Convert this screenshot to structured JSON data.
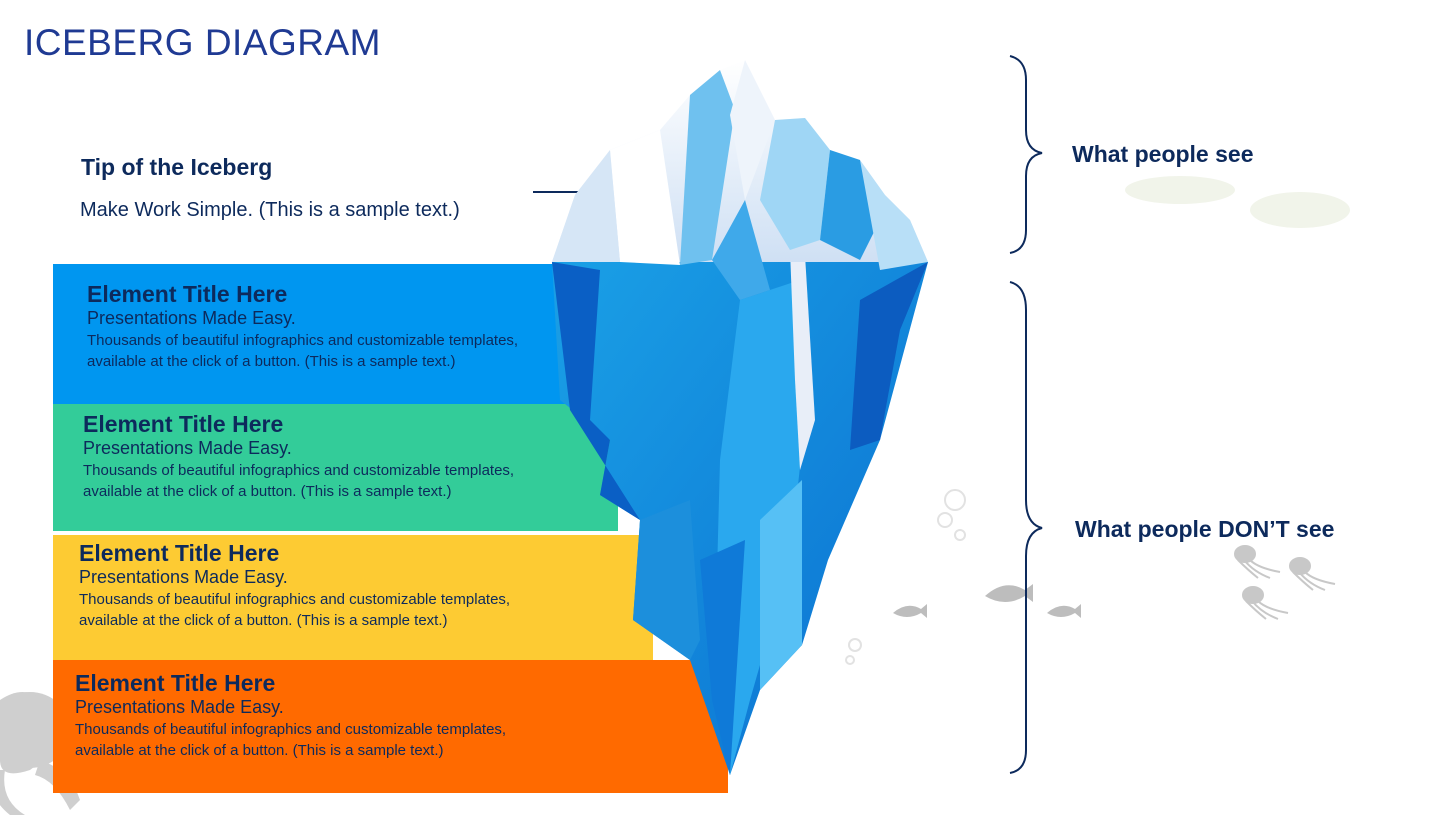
{
  "title": "ICEBERG DIAGRAM",
  "tip": {
    "title": "Tip of the Iceberg",
    "text": "Make Work Simple.  (This is a sample text.)"
  },
  "bands": [
    {
      "title": "Element Title Here",
      "subtitle": "Presentations Made Easy.",
      "desc": "Thousands of beautiful infographics and customizable templates, available at the click of a button. (This is a sample text.)",
      "color": "#0096f0"
    },
    {
      "title": "Element Title Here",
      "subtitle": "Presentations Made Easy.",
      "desc": "Thousands of beautiful infographics and customizable templates, available at the click of a button. (This is a sample text.)",
      "color": "#33cc99"
    },
    {
      "title": "Element Title Here",
      "subtitle": "Presentations Made Easy.",
      "desc": "Thousands of beautiful infographics and customizable templates, available at the click of a button. (This is a sample text.)",
      "color": "#fdcb33"
    },
    {
      "title": "Element Title Here",
      "subtitle": "Presentations Made Easy.",
      "desc": "Thousands of beautiful infographics and customizable templates, available at the click of a button. (This is a sample text.)",
      "color": "#ff6a00"
    }
  ],
  "labels": {
    "visible": "What people see",
    "hidden": "What people DON’T see"
  },
  "colors": {
    "title": "#1f3a93",
    "text": "#0d2a5c",
    "ice_light": "#dfeaf7",
    "ice_mid": "#1a9be0",
    "ice_dark": "#0a63c9"
  }
}
